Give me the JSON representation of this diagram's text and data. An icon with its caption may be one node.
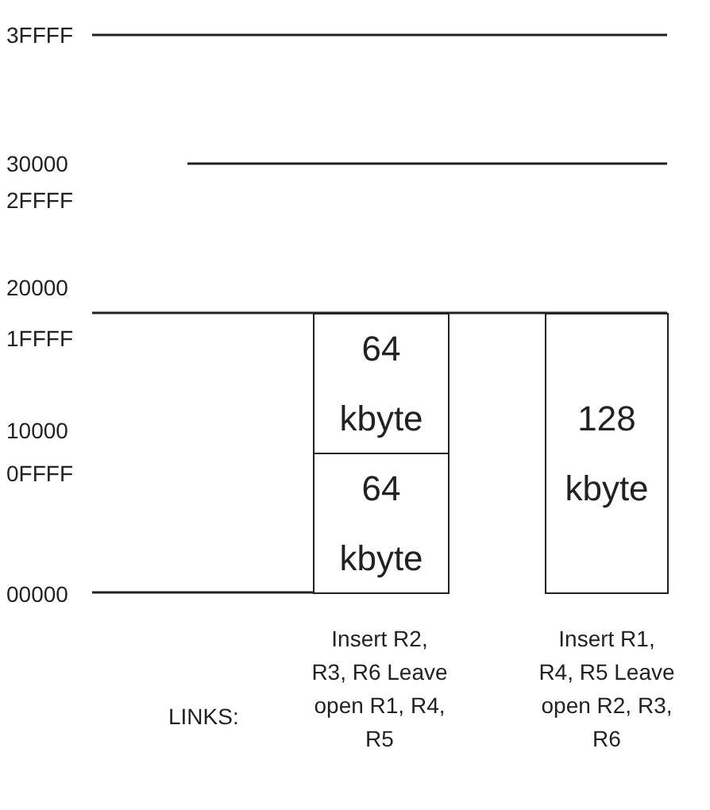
{
  "diagram": {
    "nodes": [
      {
        "text": [
          "64 kbyte"
        ]
      },
      {
        "text": [
          "64 kbyte"
        ]
      },
      {
        "text": [
          "128 kbyte"
        ]
      }
    ],
    "labels": [
      "3FFFF",
      "30000",
      "2FFFF",
      "20000",
      "1FFFF",
      "10000",
      "0FFFF",
      "00000",
      "Insert R2, R3, R6 Leave open R1, R4, R5",
      "LINKS:",
      "Insert R1, R4, R5 Leave open R2, R3, R6"
    ]
  }
}
